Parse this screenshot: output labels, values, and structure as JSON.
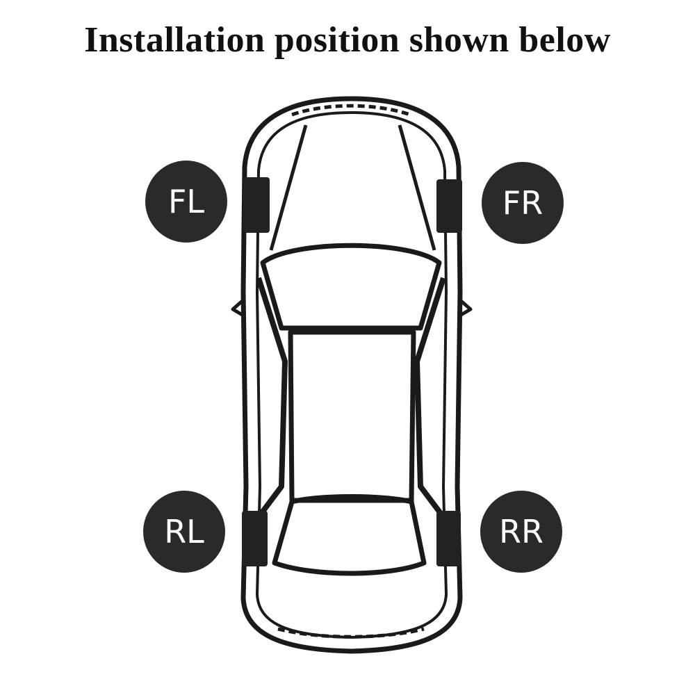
{
  "title": "Installation position shown below",
  "positions": {
    "front_left": "FL",
    "front_right": "FR",
    "rear_left": "RL",
    "rear_right": "RR"
  },
  "colors": {
    "badge": "#2a2a2a",
    "outline": "#1a1a1a"
  }
}
